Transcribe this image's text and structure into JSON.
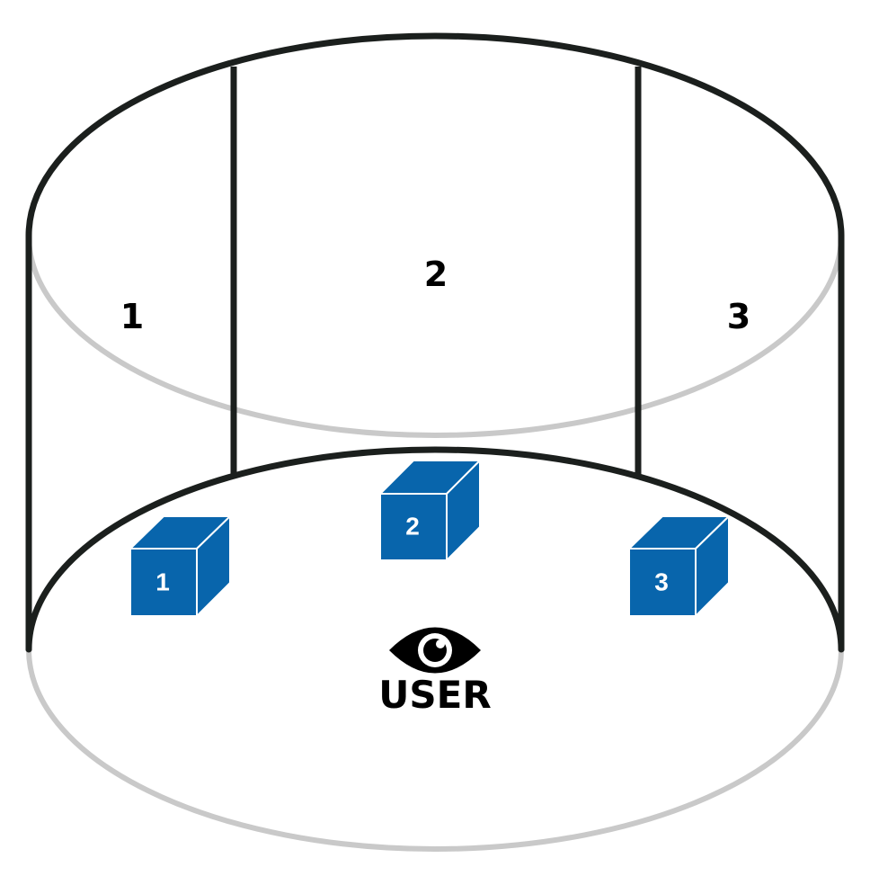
{
  "panels": [
    {
      "id": 1,
      "label": "1"
    },
    {
      "id": 2,
      "label": "2"
    },
    {
      "id": 3,
      "label": "3"
    }
  ],
  "cubes": [
    {
      "id": 1,
      "label": "1"
    },
    {
      "id": 2,
      "label": "2"
    },
    {
      "id": 3,
      "label": "3"
    }
  ],
  "user": {
    "label": "USER",
    "icon": "eye-icon"
  },
  "colors": {
    "outline": "#1b1f1d",
    "hidden_edge": "#c9c9c9",
    "cube_face": "#0865ac",
    "cube_edge": "#ffffff",
    "label": "#000000"
  }
}
